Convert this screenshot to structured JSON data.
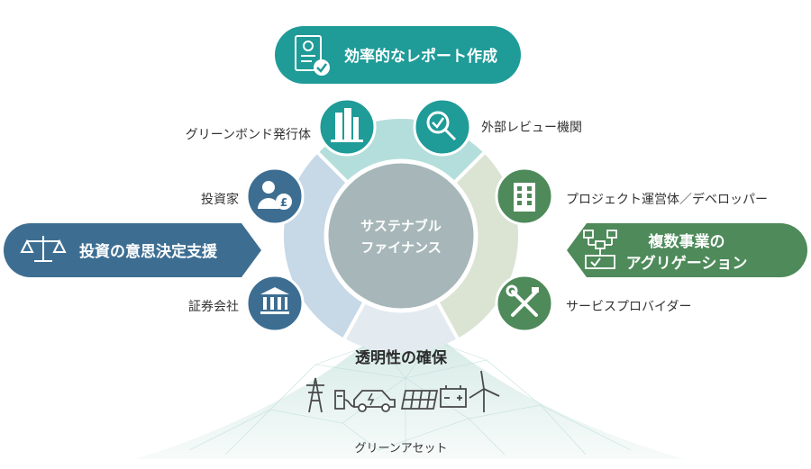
{
  "center": {
    "line1": "サステナブル",
    "line2": "ファイナンス"
  },
  "top_banner": {
    "label": "効率的なレポート作成",
    "icon": "report-check-icon",
    "color": "#1f9b98"
  },
  "left_banner": {
    "label": "投資の意思決定支援",
    "icon": "scales-icon",
    "color": "#3d6e92"
  },
  "right_banner": {
    "line1": "複数事業の",
    "line2": "アグリゲーション",
    "icon": "flowchart-icon",
    "color": "#4e8a5a"
  },
  "stakeholders": {
    "green_bond_issuer": {
      "label": "グリーンボンド発行体",
      "icon": "building-icon",
      "color": "#1f9b98"
    },
    "external_review": {
      "label": "外部レビュー機関",
      "icon": "magnifier-check-icon",
      "color": "#1f9b98"
    },
    "investor": {
      "label": "投資家",
      "icon": "investor-pound-icon",
      "color": "#3d6e92"
    },
    "securities": {
      "label": "証券会社",
      "icon": "bank-icon",
      "color": "#3d6e92"
    },
    "project_operator": {
      "label": "プロジェクト運営体／デベロッパー",
      "icon": "office-building-icon",
      "color": "#4e8a5a"
    },
    "service_provider": {
      "label": "サービスプロバイダー",
      "icon": "tools-icon",
      "color": "#4e8a5a"
    }
  },
  "transparency": {
    "label": "透明性の確保"
  },
  "assets": {
    "label": "グリーンアセット",
    "icons": [
      "power-tower-icon",
      "ev-charger-icon",
      "electric-car-icon",
      "solar-panel-icon",
      "battery-icon",
      "wind-turbine-icon"
    ]
  }
}
